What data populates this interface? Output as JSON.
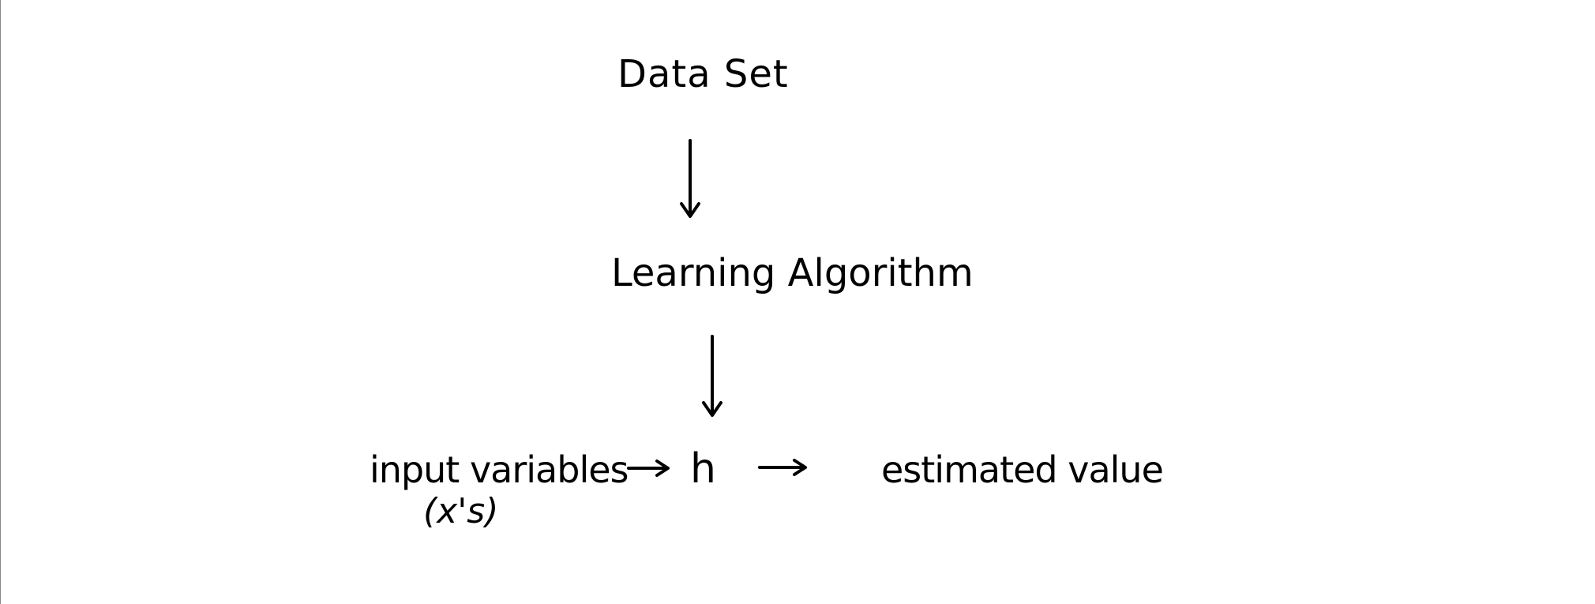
{
  "diagram": {
    "nodes": {
      "data_set": "Data Set",
      "learning_algorithm": "Learning Algorithm",
      "input_variables": "input variables",
      "input_variables_note": "(x's)",
      "hypothesis": "h",
      "estimated_value": "estimated value"
    },
    "edges": [
      {
        "from": "data_set",
        "to": "learning_algorithm"
      },
      {
        "from": "learning_algorithm",
        "to": "hypothesis"
      },
      {
        "from": "input_variables",
        "to": "hypothesis"
      },
      {
        "from": "hypothesis",
        "to": "estimated_value"
      }
    ],
    "colors": {
      "background": "#ffffff",
      "ink": "#000000",
      "frame_edge": "#8a8a8a"
    }
  }
}
